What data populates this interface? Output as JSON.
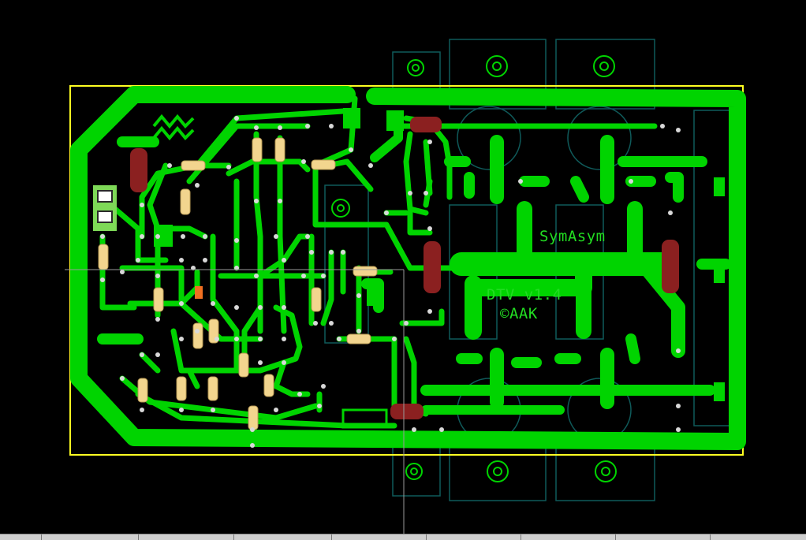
{
  "board": {
    "label_name": "SymAsym",
    "label_version": "DTV  v1.4",
    "label_copyright": "©AAK"
  },
  "colors": {
    "background": "#000000",
    "copper": "#00d400",
    "copper_dark": "#00b800",
    "drill": "#d8d8d8",
    "outline": "#ffff22",
    "courtyard": "#0f5a5a",
    "resistor_body": "#f2d58e",
    "power_resistor": "#8b2020",
    "via_ring": "#b0c8b0"
  },
  "icons": [
    "signal-wave-logo-icon",
    "crosshair-cursor-icon"
  ]
}
